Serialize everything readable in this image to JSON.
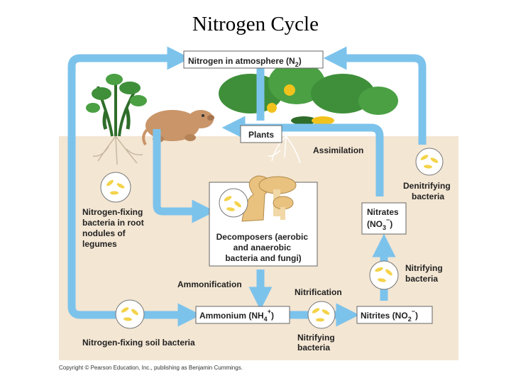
{
  "title": "Nitrogen Cycle",
  "colors": {
    "arrow": "#7cc3ec",
    "arrow_dark": "#4fa8dd",
    "sky": "#ffffff",
    "soil": "#f3e6d3",
    "box_border": "#666666",
    "bacteria_fill": "#f4d34a",
    "foliage": "#3f8f3a",
    "mole": "#c99569",
    "mushroom": "#e9c27f"
  },
  "labels": {
    "atmosphere_main": "Nitrogen in atmosphere (N",
    "atmosphere_sub": "2",
    "atmosphere_close": ")",
    "plants": "Plants",
    "assimilation": "Assimilation",
    "denitrifying": [
      "Denitrifying",
      "bacteria"
    ],
    "nitrates_line1": "Nitrates",
    "nitrates_line2_main": "(NO",
    "nitrates_sub": "3",
    "nitrates_sup": "−",
    "nitrates_close": ")",
    "nitrifying_right": [
      "Nitrifying",
      "bacteria"
    ],
    "nitrites_main": "Nitrites (NO",
    "nitrites_sub": "2",
    "nitrites_sup": "−",
    "nitrites_close": ")",
    "nitrification": "Nitrification",
    "nitrifying_bottom": [
      "Nitrifying",
      "bacteria"
    ],
    "ammonium_main": "Ammonium (NH",
    "ammonium_sub": "4",
    "ammonium_sup": "+",
    "ammonium_close": ")",
    "ammonification": "Ammonification",
    "decomposers": [
      "Decomposers (aerobic",
      "and anaerobic",
      "bacteria and fungi)"
    ],
    "nitrogen_fixing_root": [
      "Nitrogen-fixing",
      "bacteria in root",
      "nodules of",
      "legumes"
    ],
    "nitrogen_fixing_soil": "Nitrogen-fixing soil bacteria"
  },
  "copyright": "Copyright © Pearson Education, Inc., publishing as Benjamin Cummings."
}
